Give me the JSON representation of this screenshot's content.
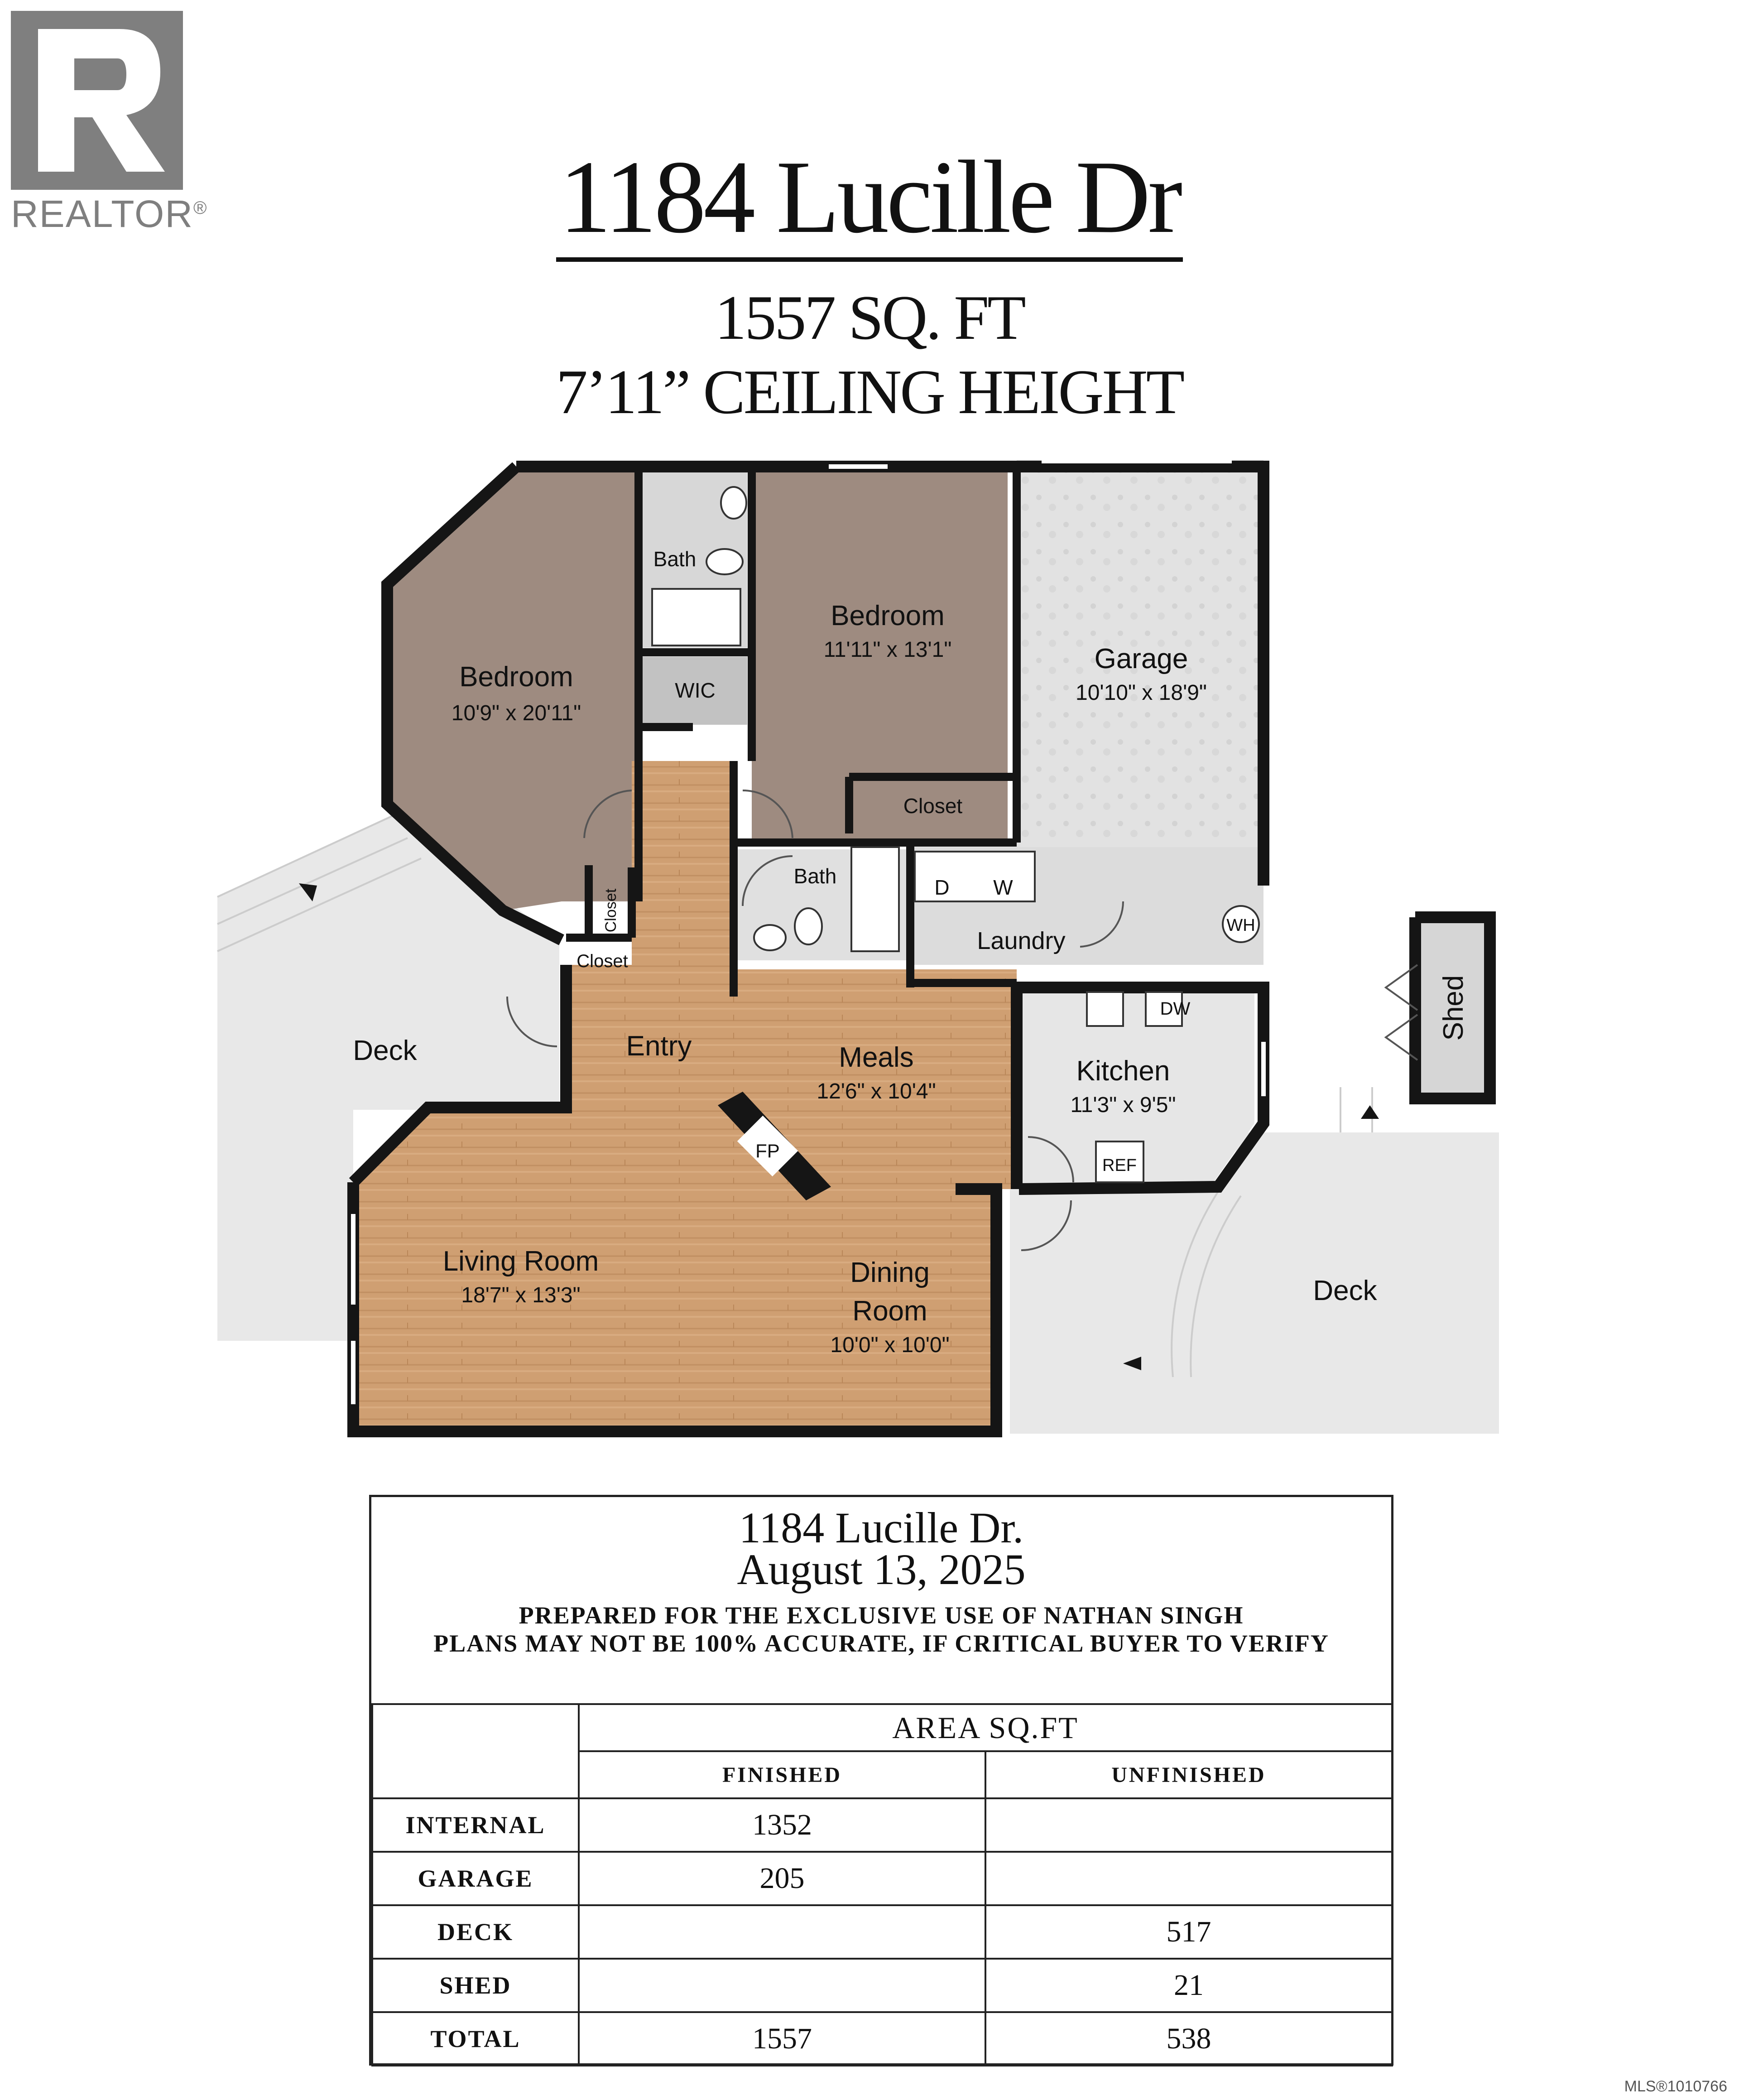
{
  "logo": {
    "text": "REALTOR",
    "mark": "®"
  },
  "header": {
    "address": "1184 Lucille Dr",
    "square_feet": "1557 SQ. FT",
    "ceiling": "7’11” CEILING HEIGHT"
  },
  "floor_plan": {
    "rooms": [
      {
        "name": "Bedroom",
        "size": "10'9\" x 20'11\""
      },
      {
        "name": "Bedroom",
        "size": "11'11\" x 13'1\""
      },
      {
        "name": "Garage",
        "size": "10'10\" x 18'9\""
      },
      {
        "name": "Bath"
      },
      {
        "name": "WIC"
      },
      {
        "name": "Closet"
      },
      {
        "name": "Bath"
      },
      {
        "name": "D"
      },
      {
        "name": "W"
      },
      {
        "name": "Laundry"
      },
      {
        "name": "WH"
      },
      {
        "name": "Closet"
      },
      {
        "name": "Closet"
      },
      {
        "name": "Entry"
      },
      {
        "name": "Meals",
        "size": "12'6\" x 10'4\""
      },
      {
        "name": "DW"
      },
      {
        "name": "Kitchen",
        "size": "11'3\" x 9'5\""
      },
      {
        "name": "REF"
      },
      {
        "name": "FP"
      },
      {
        "name": "Living Room",
        "size": "18'7\" x 13'3\""
      },
      {
        "name": "Dining\nRoom",
        "size": "10'0\" x 10'0\""
      },
      {
        "name": "Deck"
      },
      {
        "name": "Deck"
      },
      {
        "name": "Shed"
      }
    ]
  },
  "info_box": {
    "address": "1184 Lucille Dr.",
    "date": "August 13, 2025",
    "prepared_for": "PREPARED FOR THE EXCLUSIVE USE OF NATHAN SINGH",
    "disclaimer": "PLANS MAY NOT BE 100% ACCURATE, IF CRITICAL BUYER TO VERIFY"
  },
  "area_table": {
    "title": "AREA SQ.FT",
    "columns": [
      "FINISHED",
      "UNFINISHED"
    ],
    "rows": [
      {
        "label": "INTERNAL",
        "finished": "1352",
        "unfinished": ""
      },
      {
        "label": "GARAGE",
        "finished": "205",
        "unfinished": ""
      },
      {
        "label": "DECK",
        "finished": "",
        "unfinished": "517"
      },
      {
        "label": "SHED",
        "finished": "",
        "unfinished": "21"
      },
      {
        "label": "TOTAL",
        "finished": "1557",
        "unfinished": "538"
      }
    ]
  },
  "footer": {
    "mls": "MLS®1010766"
  },
  "colors": {
    "bedroom": "#9e8b80",
    "wood": "#cf9f72",
    "garage": "#e2e2e2",
    "deck": "#e8e8e8",
    "wall": "#151515",
    "logo": "#7f7f7f"
  }
}
